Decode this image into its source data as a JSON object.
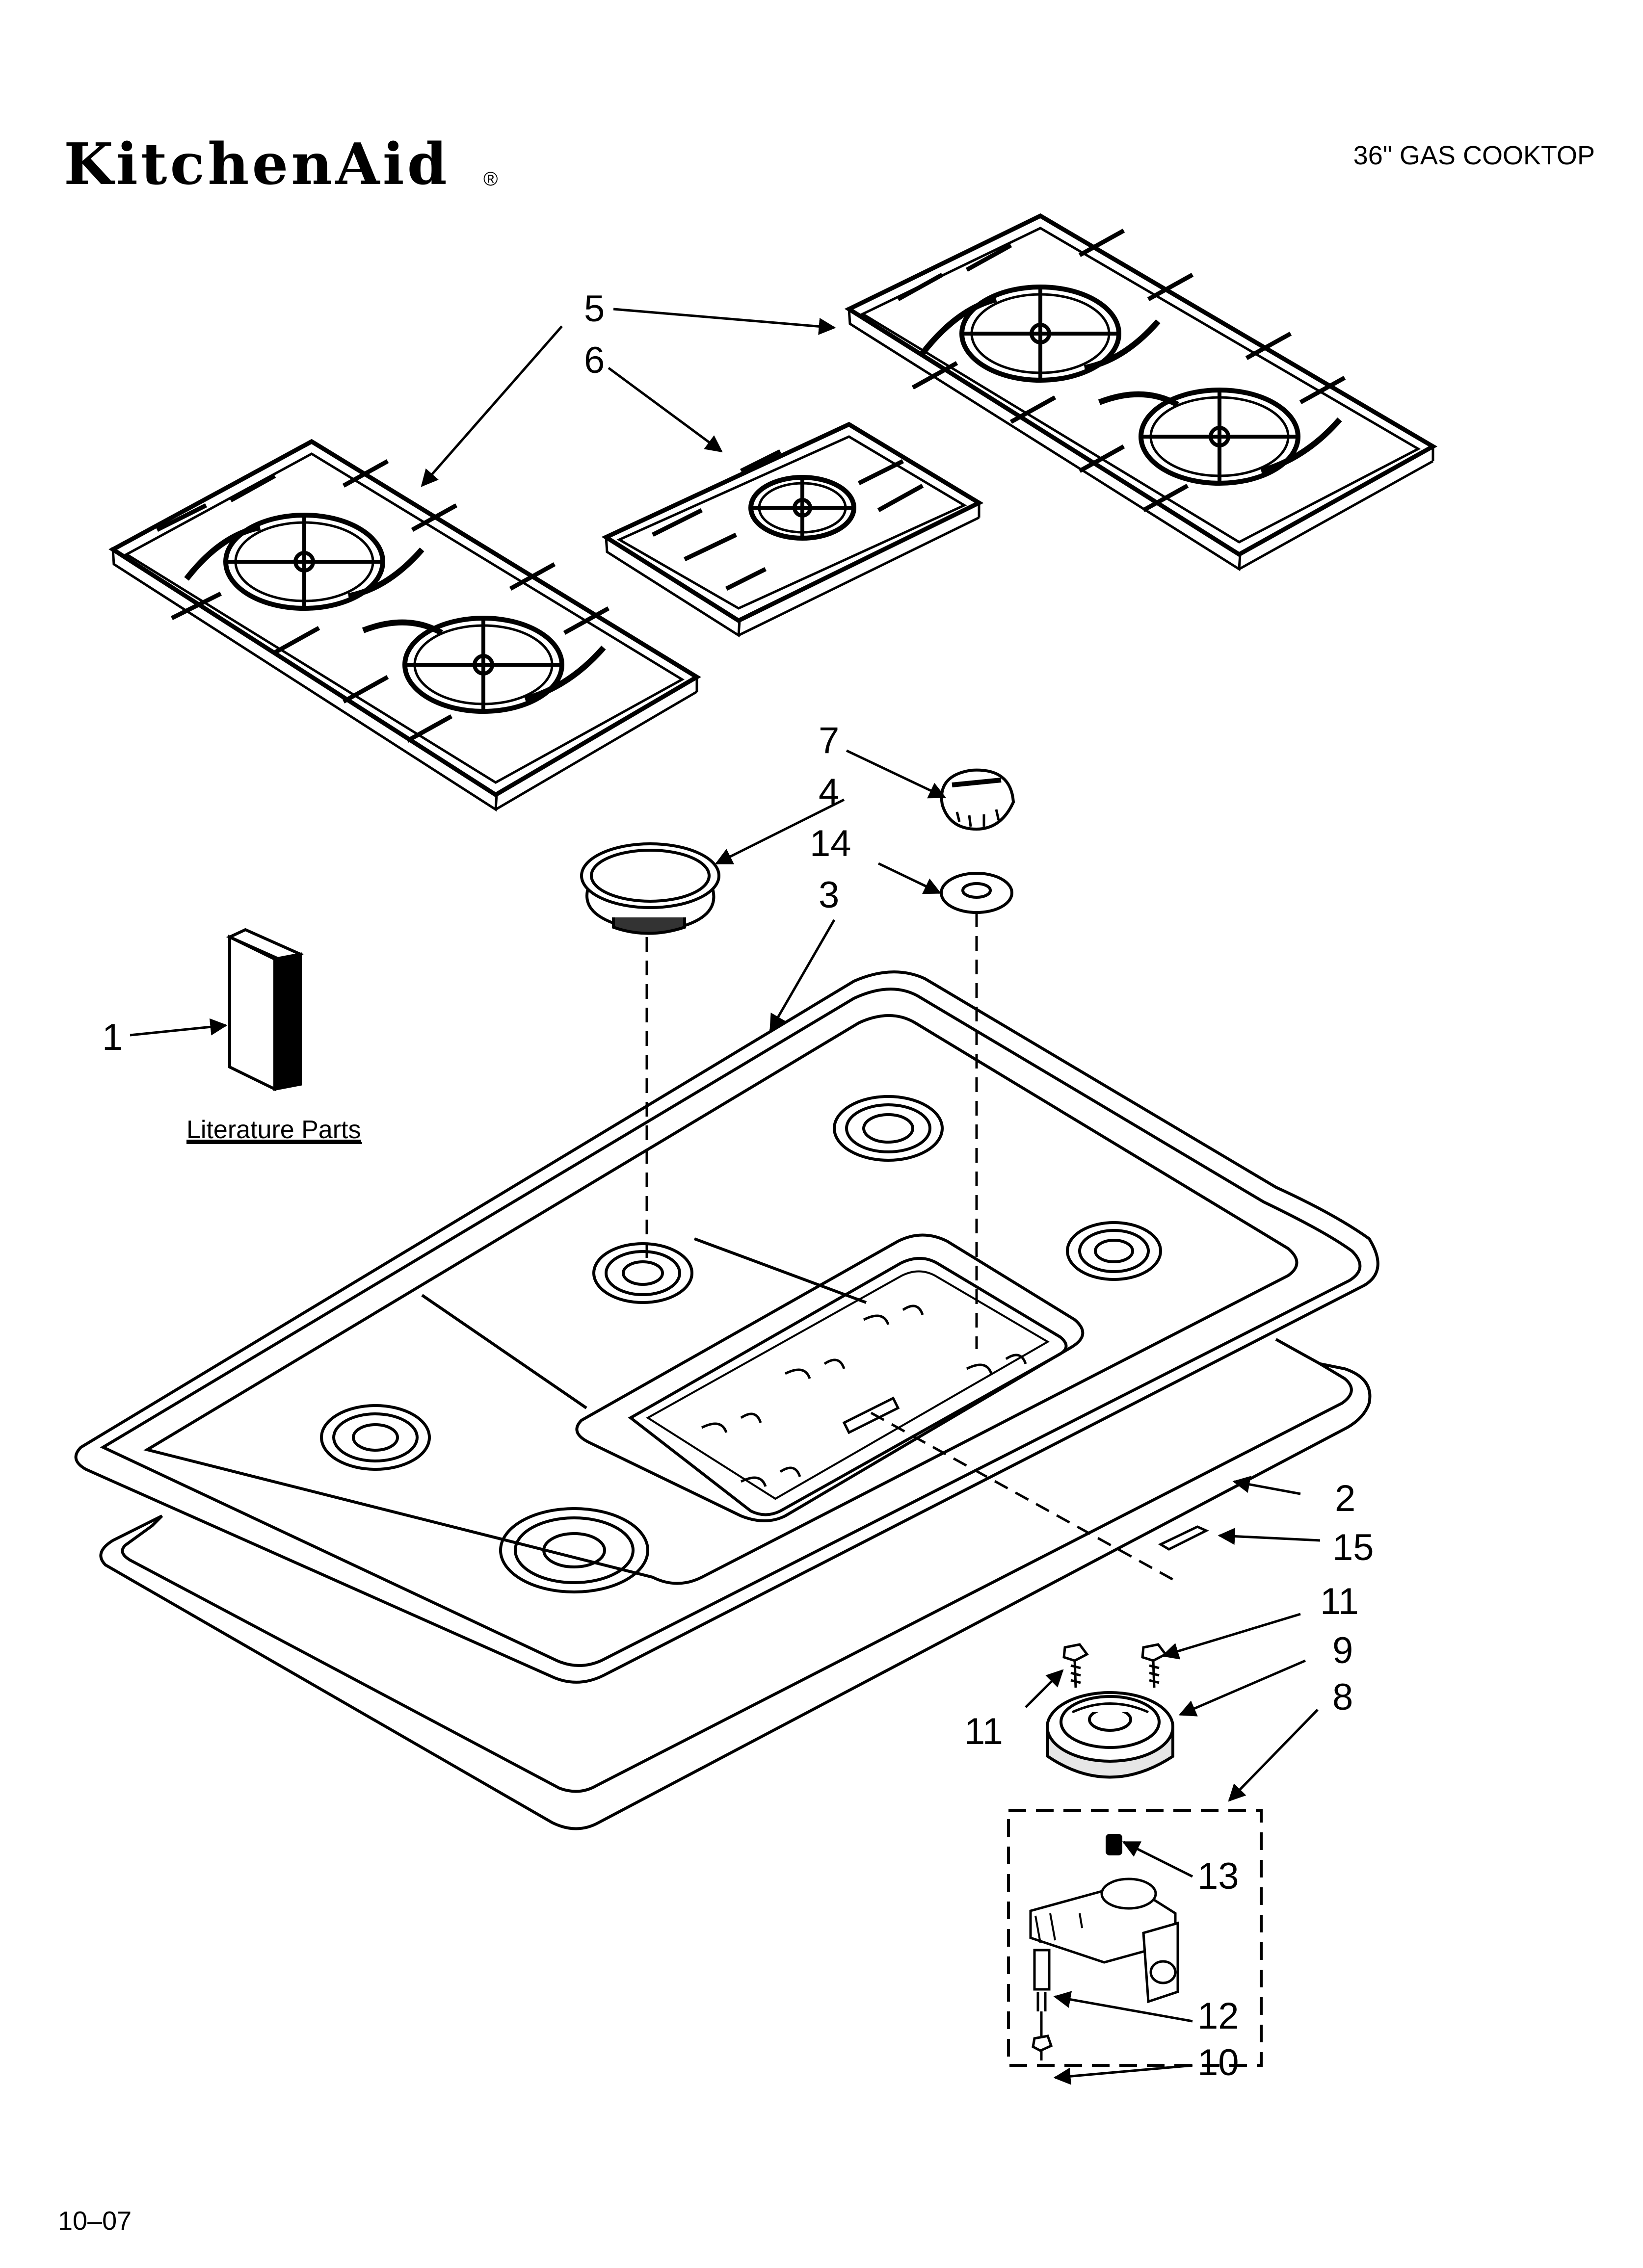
{
  "header": {
    "brand": "KitchenAid",
    "brand_mark": "®",
    "model_title": "36\" GAS COOKTOP"
  },
  "callouts": {
    "c1": "1",
    "c2": "2",
    "c3": "3",
    "c4": "4",
    "c5": "5",
    "c6": "6",
    "c7": "7",
    "c8": "8",
    "c9": "9",
    "c10": "10",
    "c11a": "11",
    "c11b": "11",
    "c12": "12",
    "c13": "13",
    "c14": "14",
    "c15": "15"
  },
  "literature_label": "Literature Parts",
  "footer": {
    "date_code": "10–07"
  }
}
